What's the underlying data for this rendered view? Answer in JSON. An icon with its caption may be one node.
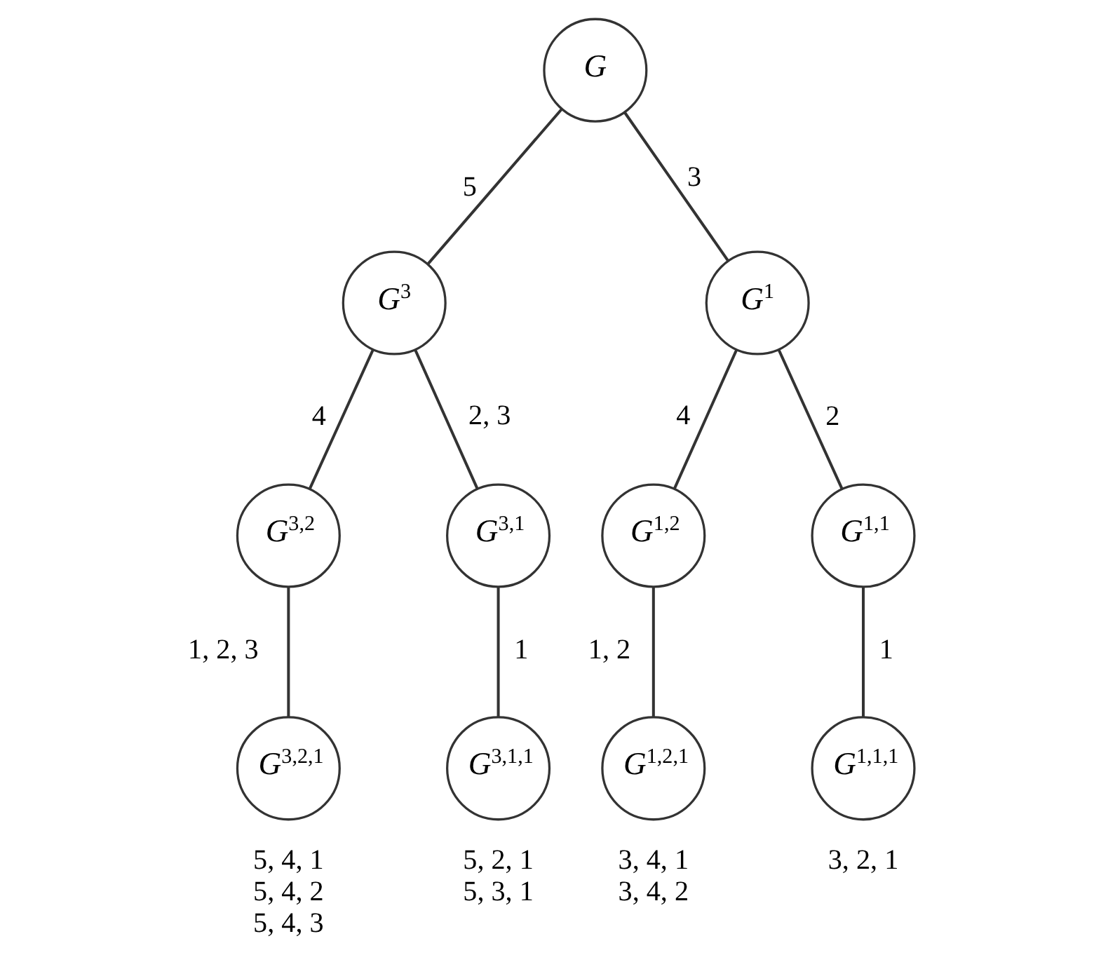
{
  "diagram": {
    "nodes": [
      {
        "text": [
          "G"
        ]
      },
      {
        "text": [
          "G$^{3}$"
        ]
      },
      {
        "text": [
          "G$^{1}$"
        ]
      },
      {
        "text": [
          "G$^{3,2}$"
        ]
      },
      {
        "text": [
          "G$^{3,1}$"
        ]
      },
      {
        "text": [
          "G$^{1,2}$"
        ]
      },
      {
        "text": [
          "G$^{1,1}$"
        ]
      },
      {
        "text": [
          "G$^{3,2,1}$"
        ],
        "beside": [
          "5, 4, 1",
          "5, 4, 2",
          "5, 4, 3"
        ]
      },
      {
        "text": [
          "G$^{3,1,1}$"
        ],
        "beside": [
          "5, 2, 1",
          "5, 3, 1"
        ]
      },
      {
        "text": [
          "G$^{1,2,1}$"
        ],
        "beside": [
          "3, 4, 1",
          "3, 4, 2"
        ]
      },
      {
        "text": [
          "G$^{1,1,1}$"
        ],
        "beside": [
          "3, 2, 1"
        ]
      }
    ],
    "edges": [
      {
        "from": 0,
        "to": 1,
        "arrow": "none",
        "label": "5"
      },
      {
        "from": 0,
        "to": 2,
        "arrow": "none",
        "label": "3"
      },
      {
        "from": 1,
        "to": 3,
        "arrow": "none",
        "label": "4"
      },
      {
        "from": 1,
        "to": 4,
        "arrow": "none",
        "label": "2, 3"
      },
      {
        "from": 2,
        "to": 5,
        "arrow": "none",
        "label": "4"
      },
      {
        "from": 2,
        "to": 6,
        "arrow": "none",
        "label": "2"
      },
      {
        "from": 3,
        "to": 7,
        "arrow": "none",
        "label": "1, 2, 3"
      },
      {
        "from": 4,
        "to": 8,
        "arrow": "none",
        "label": "1"
      },
      {
        "from": 5,
        "to": 9,
        "arrow": "none",
        "label": "1, 2"
      },
      {
        "from": 6,
        "to": 10,
        "arrow": "none",
        "label": "1"
      }
    ]
  }
}
